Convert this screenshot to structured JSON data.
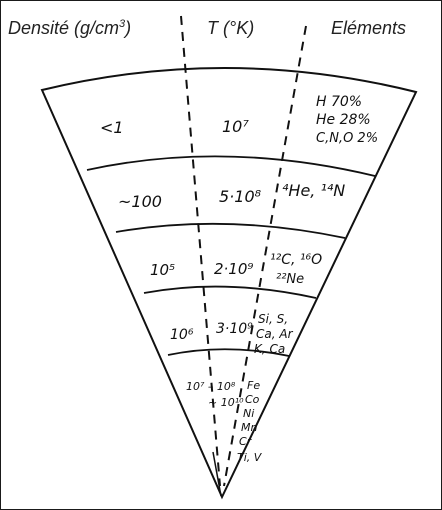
{
  "headers": {
    "density_prefix": "Densité (g/cm",
    "density_exp": "3",
    "density_suffix": ")",
    "temperature": "T (°K)",
    "elements": "Eléments"
  },
  "layers": [
    {
      "density": "<1",
      "temperature": "10⁷",
      "elements": [
        "H 70%",
        "He 28%",
        "C,N,O 2%"
      ]
    },
    {
      "density": "~100",
      "temperature": "5·10⁸",
      "elements": [
        "⁴He, ¹⁴N"
      ]
    },
    {
      "density": "10⁵",
      "temperature": "2·10⁹",
      "elements": [
        "¹²C, ¹⁶O",
        "²²Ne"
      ]
    },
    {
      "density": "10⁶",
      "temperature": "3·10⁹",
      "elements": [
        "Si, S,",
        "Ca, Ar",
        "K, Ca"
      ]
    },
    {
      "density": "10⁷ – 10⁸",
      "temperature": "~ 10¹⁰",
      "elements": [
        "Fe",
        "Co",
        "Ni",
        "Mn",
        "Cr",
        "Ti, V"
      ]
    }
  ],
  "colors": {
    "ink": "#111111",
    "background": "#ffffff"
  }
}
